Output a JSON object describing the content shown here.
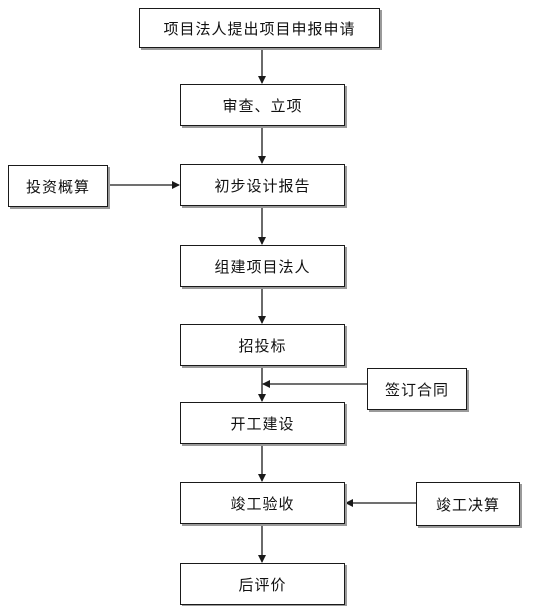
{
  "flowchart": {
    "steps": [
      "项目法人提出项目申报申请",
      "审查、立项",
      "初步设计报告",
      "组建项目法人",
      "招投标",
      "开工建设",
      "竣工验收",
      "后评价"
    ],
    "side_inputs": {
      "budget_estimate": "投资概算",
      "contract_signing": "签订合同",
      "final_accounts": "竣工决算"
    }
  },
  "colors": {
    "line": "#1a1a1a",
    "shadow": "#9a9a9a",
    "background": "#ffffff"
  }
}
